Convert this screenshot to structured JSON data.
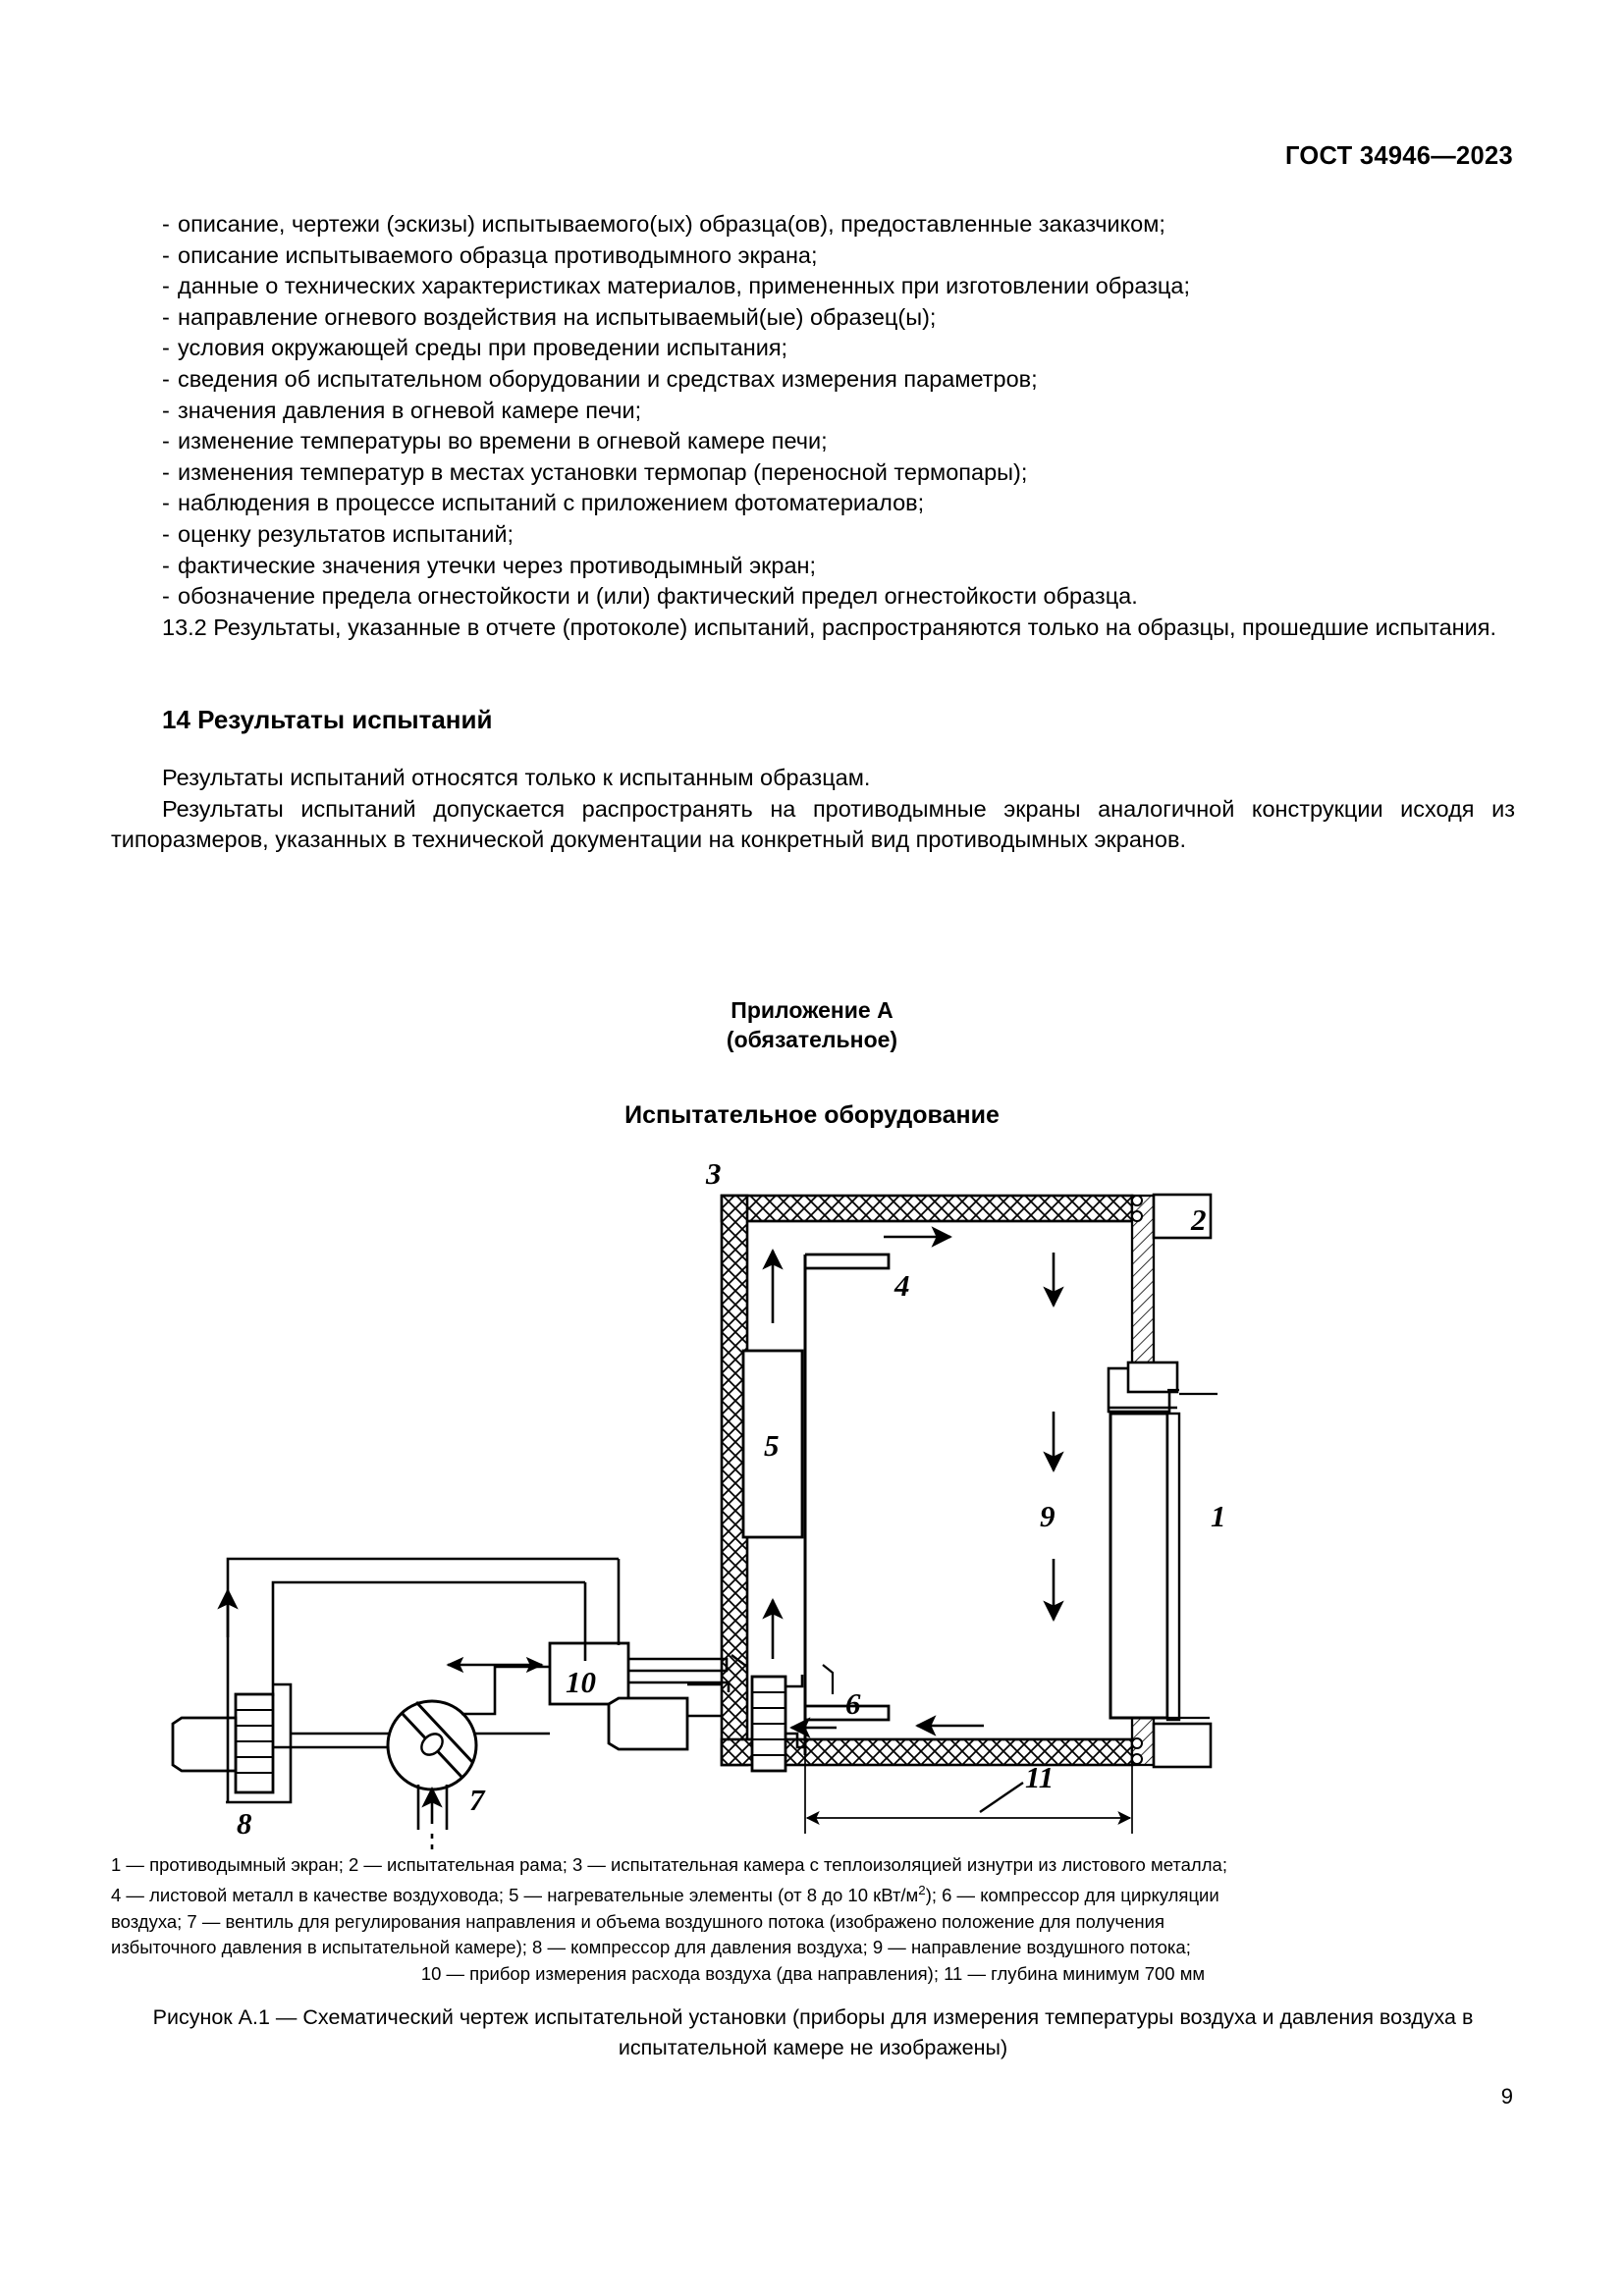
{
  "header": {
    "standard_id": "ГОСТ 34946—2023"
  },
  "bullets": [
    "описание, чертежи (эскизы) испытываемого(ых) образца(ов), предоставленные заказчиком;",
    "описание испытываемого образца противодымного экрана;",
    "данные о технических характеристиках материалов, примененных при изготовлении образца;",
    "направление огневого воздействия на испытываемый(ые) образец(ы);",
    "условия окружающей среды при проведении испытания;",
    "сведения об испытательном оборудовании и средствах измерения параметров;",
    "значения давления в огневой камере печи;",
    "изменение температуры во времени в огневой камере печи;",
    "изменения температур в местах установки термопар (переносной термопары);",
    "наблюдения в процессе испытаний с приложением фотоматериалов;",
    "оценку результатов испытаний;",
    "фактические значения утечки через противодымный экран;",
    "обозначение предела огнестойкости и (или) фактический предел огнестойкости образца."
  ],
  "clause_13_2": "13.2 Результаты, указанные в отчете (протоколе) испытаний, распространяются только на образцы, прошедшие испытания.",
  "section_14": {
    "heading": "14  Результаты испытаний",
    "paragraph_1": "Результаты испытаний относятся только к испытанным образцам.",
    "paragraph_2": "Результаты испытаний допускается распространять на противодымные экраны аналогичной кон­струкции исходя из типоразмеров, указанных в технической документации на конкретный вид противо­дымных экранов."
  },
  "appendix": {
    "title": "Приложение А",
    "subtitle": "(обязательное)",
    "equipment_heading": "Испытательное оборудование"
  },
  "figure": {
    "callouts": {
      "c1": "1",
      "c2": "2",
      "c3": "3",
      "c4": "4",
      "c5": "5",
      "c6": "6",
      "c7": "7",
      "c8": "8",
      "c9": "9",
      "c10": "10",
      "c11": "11"
    },
    "legend_line_1": "1 — противодымный экран; 2 — испытательная рама; 3 — испытательная камера с теплоизоляцией изнутри из листового металла;",
    "legend_line_2_a": "4 — листовой металл в качестве воздуховода; 5 — нагревательные элементы (от 8 до 10 кВт/м",
    "legend_line_2_sup": "2",
    "legend_line_2_b": "); 6 — компрессор для циркуляции",
    "legend_line_3": "воздуха; 7 — вентиль для регулирования направления и объема воздушного потока (изображено положение для получения",
    "legend_line_4": "избыточного давления в испытательной камере); 8 — компрессор для давления воздуха; 9 — направление воздушного потока;",
    "legend_line_5": "10 — прибор измерения расхода воздуха (два направления); 11 — глубина минимум 700 мм",
    "caption_line_1": "Рисунок А.1 — Схематический чертеж испытательной установки (приборы для измерения температуры воздуха",
    "caption_line_2": "и давления воздуха в испытательной камере не изображены)"
  },
  "page_number": "9"
}
